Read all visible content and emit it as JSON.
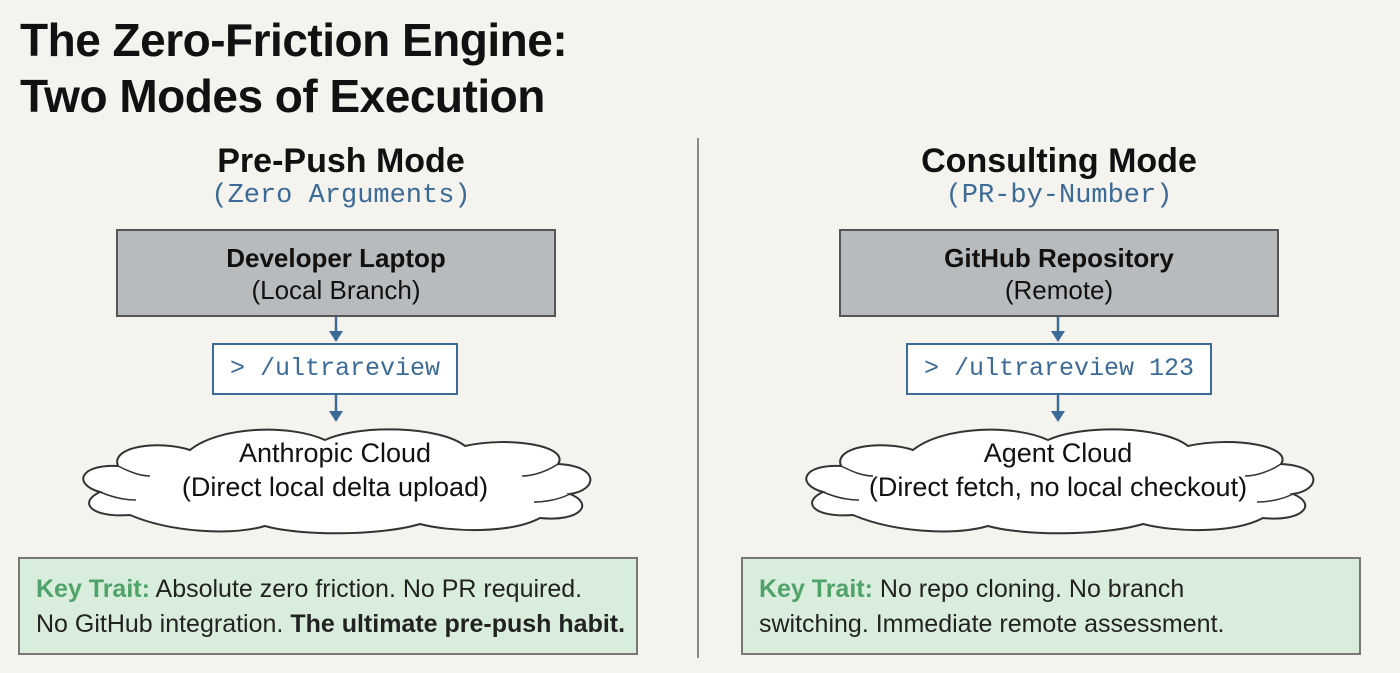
{
  "title": {
    "line1": "The Zero-Friction Engine:",
    "line2": "Two Modes of Execution"
  },
  "left": {
    "heading": "Pre-Push Mode",
    "subheading": "(Zero Arguments)",
    "source_main": "Developer Laptop",
    "source_sub": "(Local Branch)",
    "command": "> /ultrareview",
    "cloud_main": "Anthropic Cloud",
    "cloud_sub": "(Direct local delta upload)",
    "trait_label": "Key Trait:",
    "trait_line1": "Absolute zero friction. No PR required.",
    "trait_line2_plain": "No GitHub integration.",
    "trait_line2_bold": "The ultimate pre-push habit."
  },
  "right": {
    "heading": "Consulting Mode",
    "subheading": "(PR-by-Number)",
    "source_main": "GitHub Repository",
    "source_sub": "(Remote)",
    "command": "> /ultrareview 123",
    "cloud_main": "Agent Cloud",
    "cloud_sub": "(Direct fetch, no local checkout)",
    "trait_label": "Key Trait:",
    "trait_line1": "No repo cloning. No branch",
    "trait_line2": "switching. Immediate remote assessment."
  },
  "colors": {
    "background": "#f4f3ee",
    "source_box": "#b8bbbd",
    "command_accent": "#3b6b96",
    "trait_box": "#d9eddc",
    "trait_label": "#4fa36a"
  }
}
